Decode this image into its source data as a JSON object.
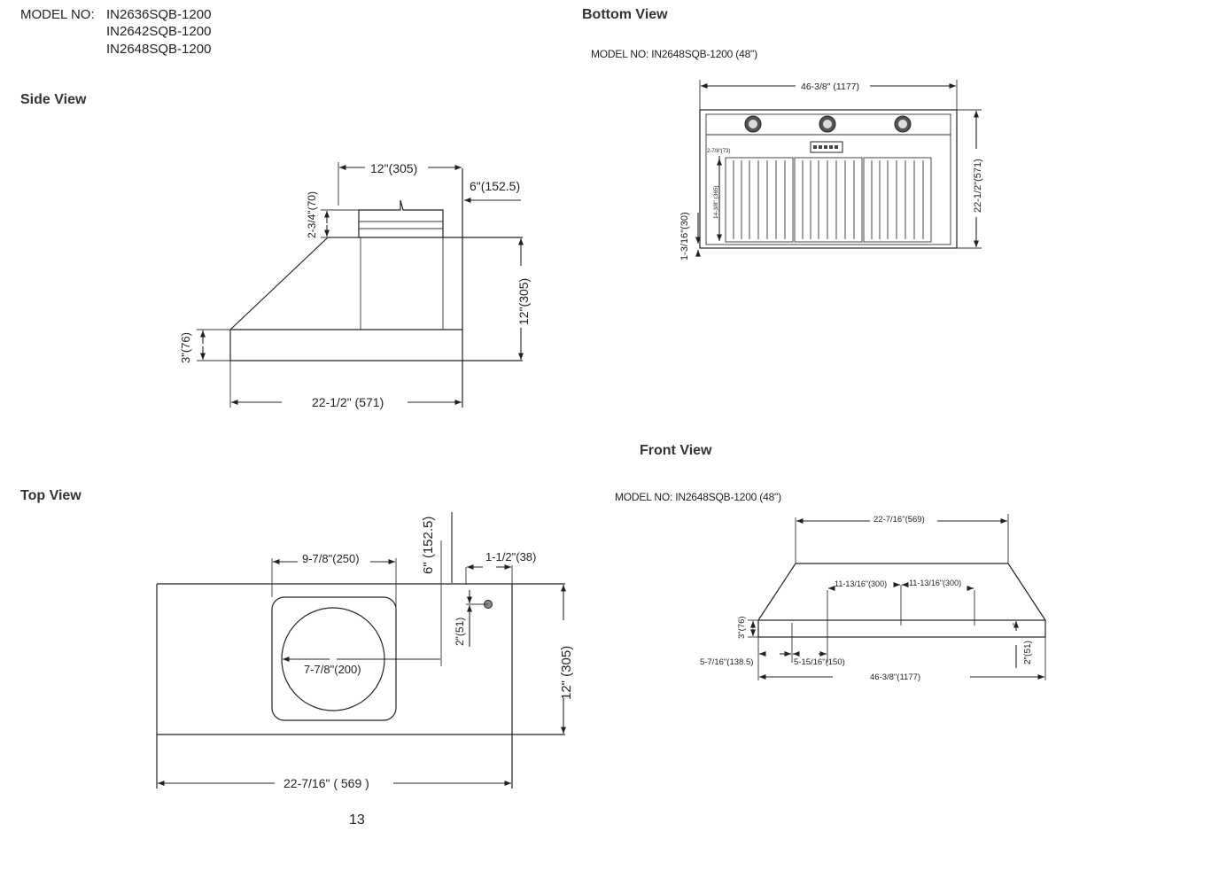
{
  "header": {
    "model_label": "MODEL NO:",
    "models": [
      "IN2636SQB-1200",
      "IN2642SQB-1200",
      "IN2648SQB-1200"
    ]
  },
  "side_view": {
    "title": "Side View",
    "dims": {
      "top_width": "12\"(305)",
      "offset": "6\"(152.5)",
      "collar_height": "2-3/4\"(70)",
      "body_height": "12\"(305)",
      "lip_height": "3\"(76)",
      "depth": "22-1/2\" (571)"
    }
  },
  "bottom_view": {
    "title": "Bottom View",
    "model_line": "MODEL NO: IN2648SQB-1200 (48\")",
    "dims": {
      "width": "46-3/8\" (1177)",
      "depth": "22-1/2\"(571)",
      "filter_offset": "2-7/8\"(73)",
      "filter_height": "14-3/8\" (365)",
      "bottom_offset": "1-3/16\"(30)"
    }
  },
  "front_view": {
    "title": "Front View",
    "model_line": "MODEL NO: IN2648SQB-1200 (48\")",
    "dims": {
      "top_width": "22-7/16\"(569)",
      "spacing_left": "11-13/16\"(300)",
      "spacing_right": "11-13/16\"(300)",
      "lip_height": "3\"(76)",
      "side_offset": "5-7/16\"(138.5)",
      "light_offset": "5-15/16\"(150)",
      "bottom_width": "46-3/8\"(1177)",
      "right_height": "2\"(51)"
    }
  },
  "top_view": {
    "title": "Top View",
    "dims": {
      "collar_width": "9-7/8\"(250)",
      "offset": "6\" (152.5)",
      "small_offset": "1-1/2\"(38)",
      "hole_offset": "2\"(51)",
      "duct_diameter": "7-7/8\"(200)",
      "height": "12\" (305)",
      "width": "22-7/16\" ( 569 )"
    }
  },
  "page_number": "13"
}
